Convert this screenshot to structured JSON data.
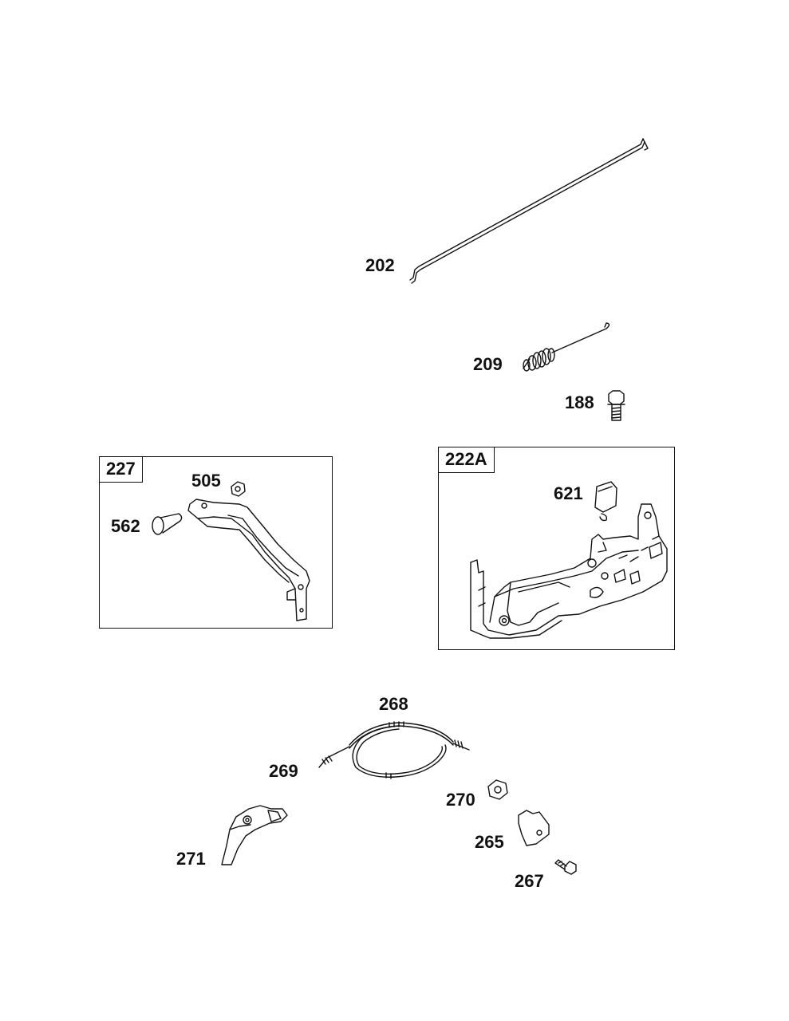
{
  "parts": {
    "p202": "202",
    "p209": "209",
    "p188": "188",
    "p505": "505",
    "p562": "562",
    "p621": "621",
    "p268": "268",
    "p269": "269",
    "p270": "270",
    "p265": "265",
    "p267": "267",
    "p271": "271"
  },
  "boxes": {
    "left_tag": "227",
    "right_tag": "222A"
  },
  "colors": {
    "line": "#111111",
    "background": "#ffffff"
  }
}
